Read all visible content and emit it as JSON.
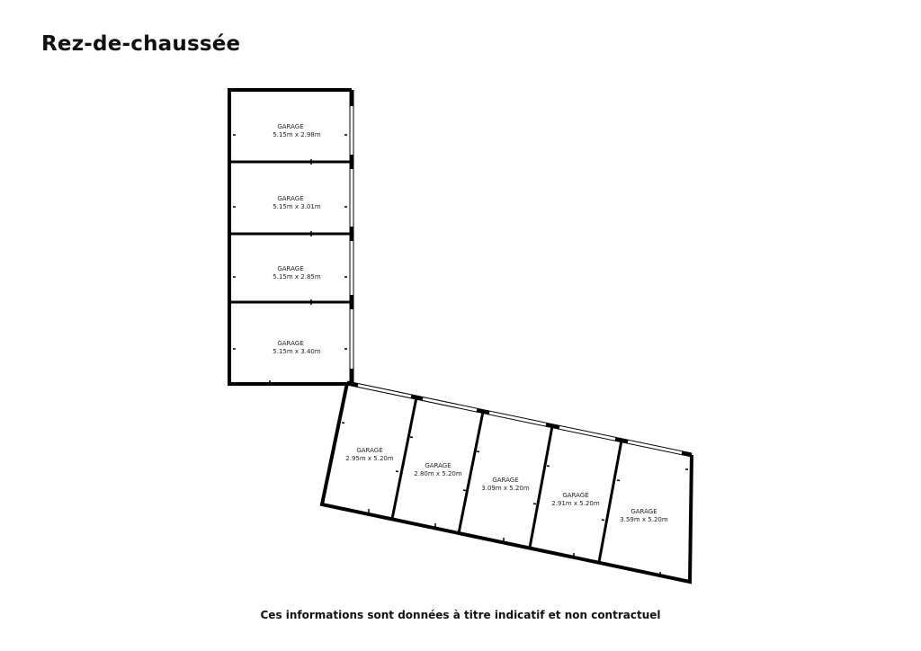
{
  "page": {
    "title": "Rez-de-chaussée",
    "footer": "Ces informations sont données à titre indicatif et non contractuel"
  },
  "colors": {
    "wall": "#000000",
    "text": "#222222",
    "background": "#ffffff"
  },
  "rooms": [
    {
      "name": "GARAGE",
      "dimensions": "5.15m x 2.98m"
    },
    {
      "name": "GARAGE",
      "dimensions": "5.15m x 3.01m"
    },
    {
      "name": "GARAGE",
      "dimensions": "5.15m x 2.85m"
    },
    {
      "name": "GARAGE",
      "dimensions": "5.15m x 3.40m"
    },
    {
      "name": "GARAGE",
      "dimensions": "2.95m x 5.20m"
    },
    {
      "name": "GARAGE",
      "dimensions": "2.80m x 5.20m"
    },
    {
      "name": "GARAGE",
      "dimensions": "3.09m x 5.20m"
    },
    {
      "name": "GARAGE",
      "dimensions": "2.91m x 5.20m"
    },
    {
      "name": "GARAGE",
      "dimensions": "3.59m x 5.20m"
    }
  ]
}
